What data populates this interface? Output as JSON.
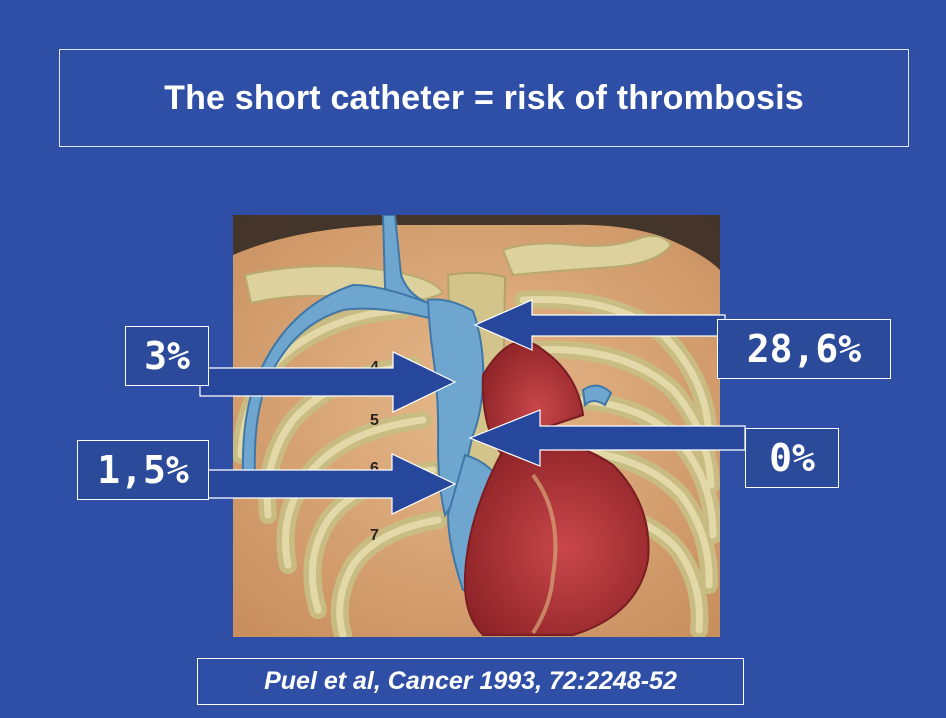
{
  "slide": {
    "title": "The short catheter = risk of thrombosis",
    "citation": "Puel et al, Cancer 1993, 72:2248-52"
  },
  "figure": {
    "rib_numbers": [
      "4",
      "5",
      "6",
      "7"
    ]
  },
  "labels": {
    "left_upper": "3%",
    "left_lower": "1,5%",
    "right_upper": "28,6%",
    "right_lower": "0%"
  },
  "colors": {
    "background": "#2f4fa6",
    "arrow": "#27479c",
    "vein": "#6fa6cf",
    "heart": "#b8393e",
    "skin": "#d9a777",
    "rib": "#d8cc93"
  }
}
